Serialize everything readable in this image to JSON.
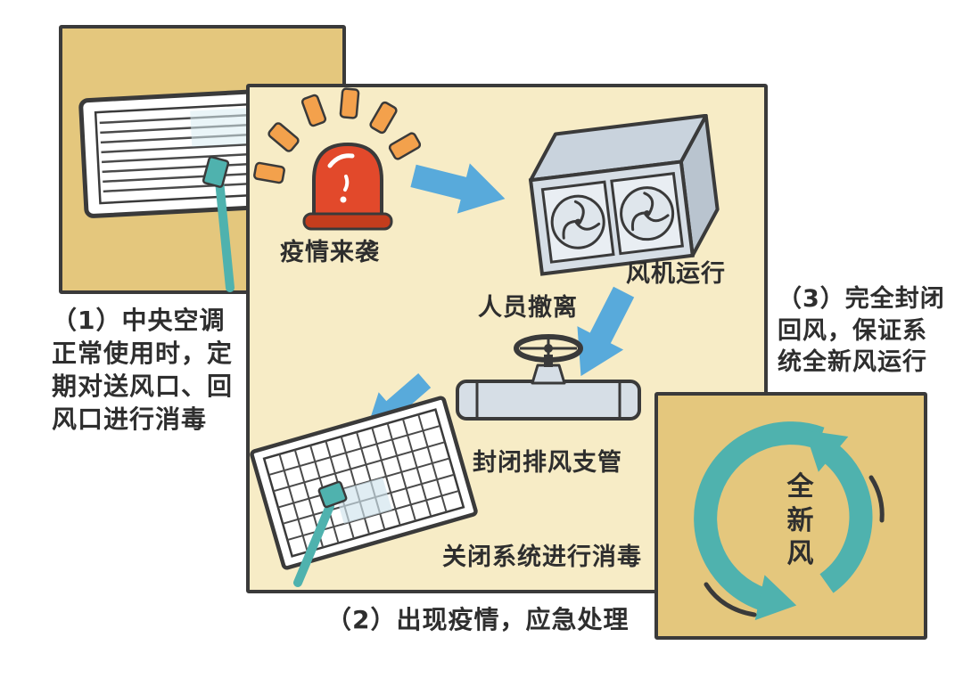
{
  "page": {
    "background": "#ffffff"
  },
  "colors": {
    "panel_tan": "#e4c77d",
    "panel_cream": "#f7ecc6",
    "outline": "#3a3a3a",
    "arrow_blue": "#58aadb",
    "siren_red": "#e2492b",
    "siren_base_red": "#c43d1d",
    "ray_orange": "#f3a14c",
    "spray_teal": "#4fb2ae",
    "metal_gray": "#d6dee6",
    "text": "#2e2e2e"
  },
  "panels": {
    "left_vent": {
      "caption": "（1）中央空调\n正常使用时，定\n期对送风口、回\n风口进行消毒"
    },
    "emergency": {
      "caption": "（2）出现疫情，应急处理",
      "labels": {
        "alarm": "疫情来袭",
        "fan": "风机运行",
        "evacuate": "人员撤离",
        "close_duct": "封闭排风支管",
        "disinfect": "关闭系统进行消毒"
      }
    },
    "fresh_air": {
      "caption": "（3）完全封闭\n回风，保证系\n统全新风运行",
      "center_text": "全\n新\n风"
    }
  }
}
